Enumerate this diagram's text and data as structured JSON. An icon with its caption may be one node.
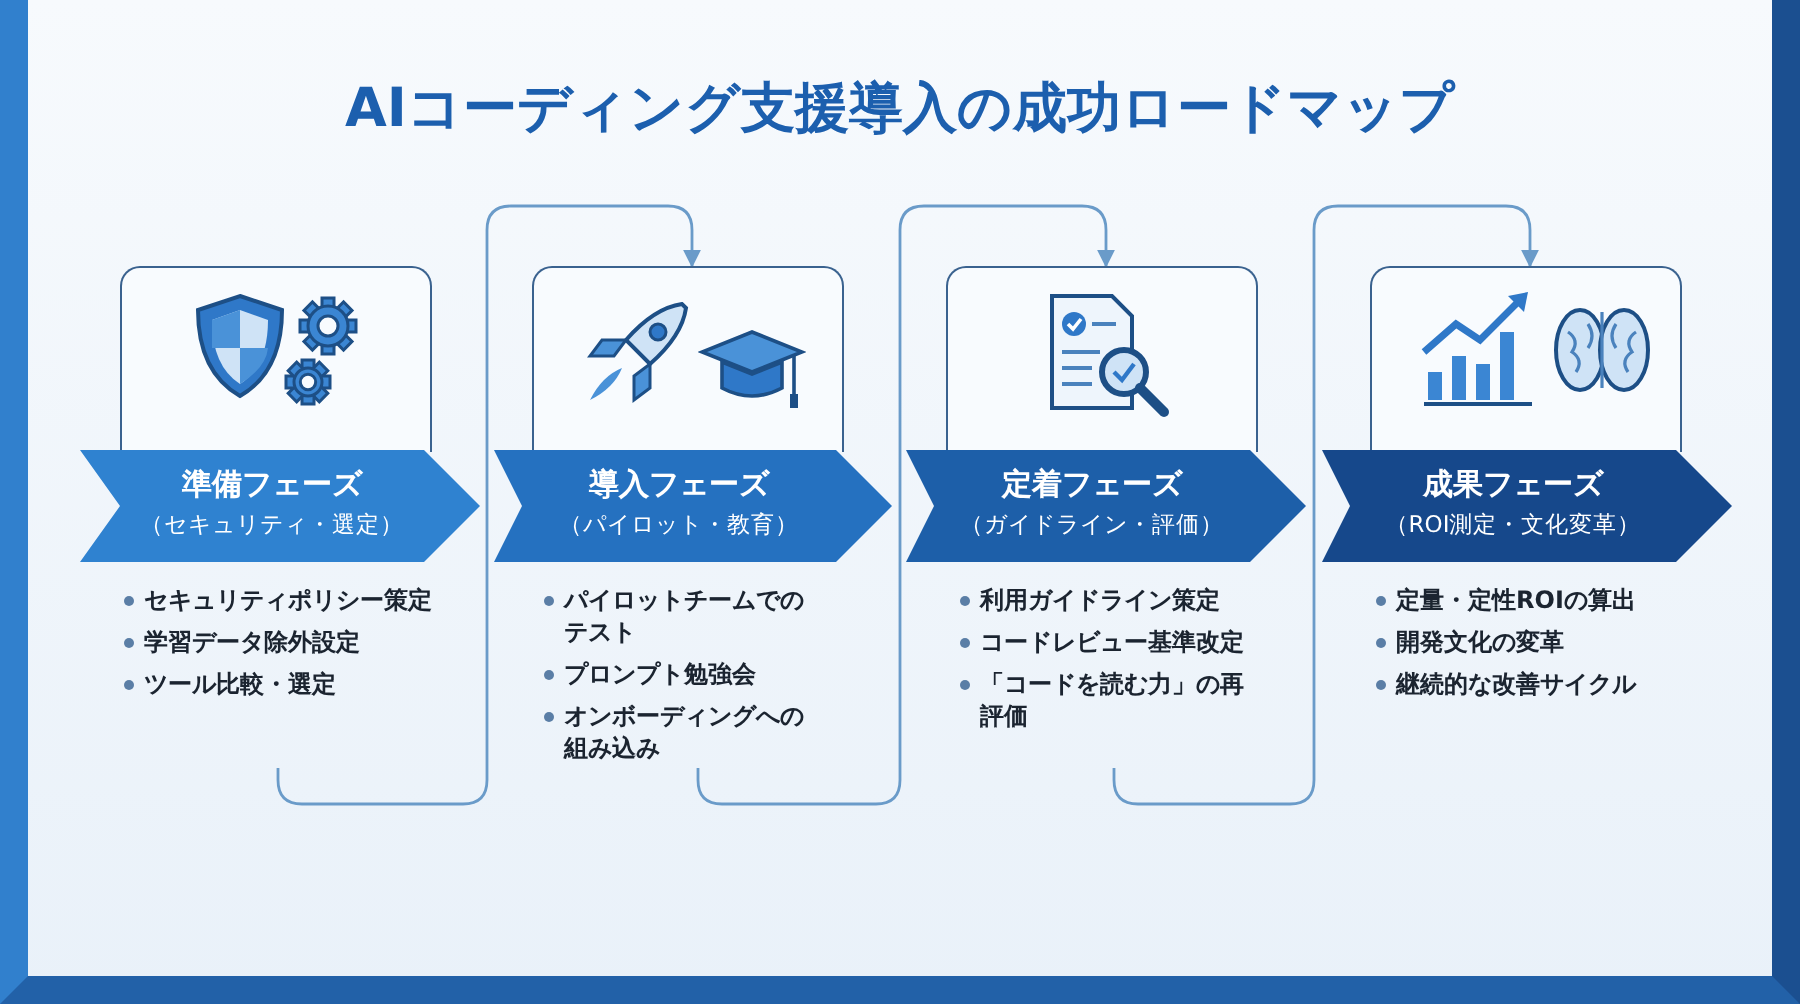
{
  "diagram": {
    "title": "AIコーディング支援導入の成功ロードマップ",
    "nodes": [
      {
        "text": [],
        "shape": "box"
      },
      {
        "text": [
          "準備フェーズ",
          "（セキュリティ・選定）"
        ]
      },
      {
        "text": [
          "セキュリティポリシー策定",
          "学習データ除外設定",
          "ツール比較・選定"
        ]
      },
      {
        "text": [],
        "shape": "box"
      },
      {
        "text": [
          "導入フェーズ",
          "（パイロット・教育）"
        ]
      },
      {
        "text": [
          "パイロットチームでのテスト",
          "プロンプト勉強会",
          "オンボーディングへの組み込み"
        ]
      },
      {
        "text": [],
        "shape": "box"
      },
      {
        "text": [
          "定着フェーズ",
          "（ガイドライン・評価）"
        ]
      },
      {
        "text": [
          "利用ガイドライン策定",
          "コードレビュー基準改定",
          "「コードを読む力」の再評価"
        ]
      },
      {
        "text": [],
        "shape": "box"
      },
      {
        "text": [
          "成果フェーズ",
          "（ROI測定・文化変革）"
        ]
      },
      {
        "text": [
          "定量・定性ROIの算出",
          "開発文化の変革",
          "継続的な改善サイクル"
        ]
      }
    ],
    "edges": [
      {
        "from": 2,
        "to": 3,
        "arrow": "to"
      },
      {
        "from": 5,
        "to": 6,
        "arrow": "to"
      },
      {
        "from": 8,
        "to": 9,
        "arrow": "to"
      }
    ]
  }
}
